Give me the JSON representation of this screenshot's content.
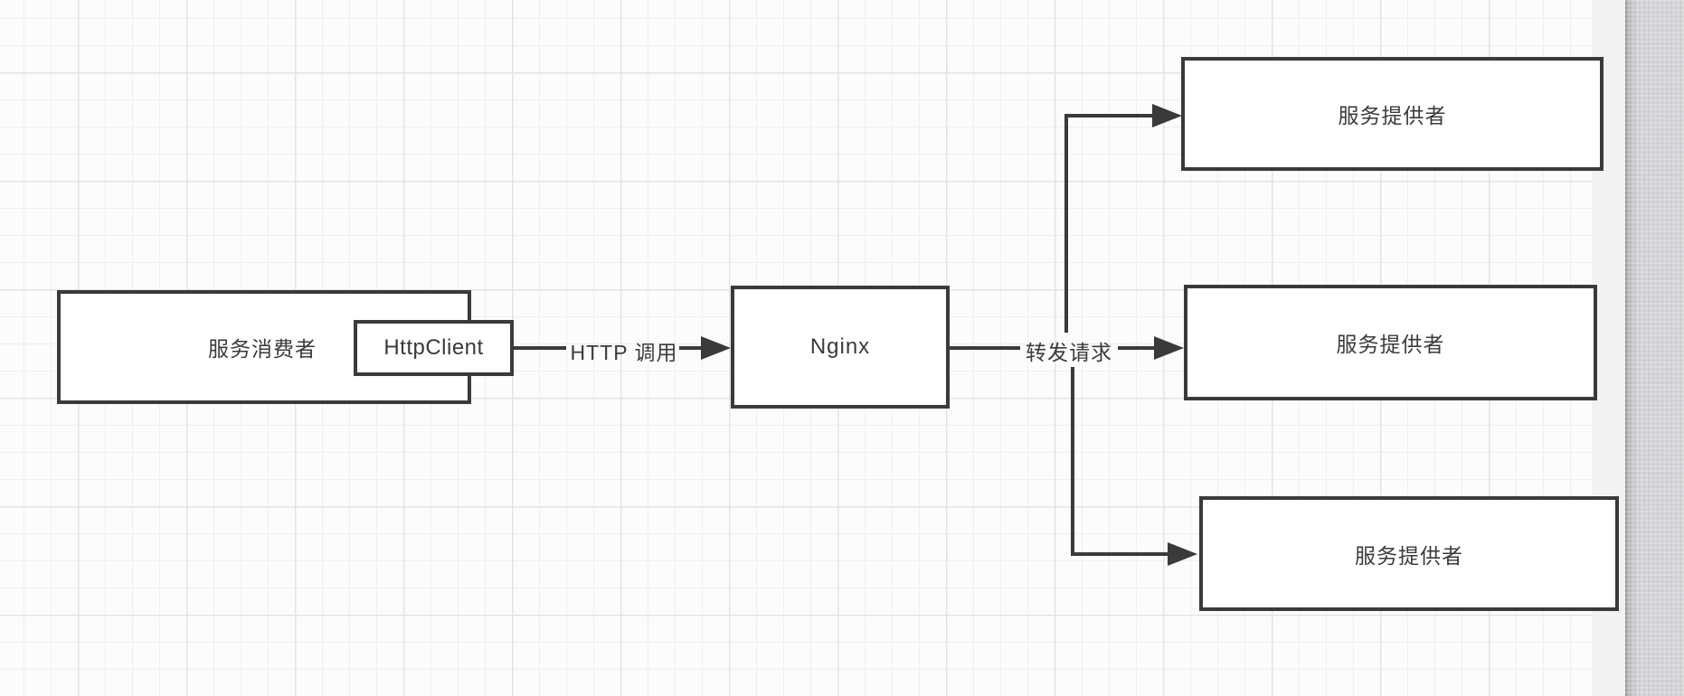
{
  "diagram": {
    "nodes": [
      {
        "id": "service-consumer",
        "label": "服务消费者"
      },
      {
        "id": "httpclient",
        "label": "HttpClient"
      },
      {
        "id": "nginx",
        "label": "Nginx"
      },
      {
        "id": "service-provider-1",
        "label": "服务提供者"
      },
      {
        "id": "service-provider-2",
        "label": "服务提供者"
      },
      {
        "id": "service-provider-3",
        "label": "服务提供者"
      }
    ],
    "edges": [
      {
        "from": "httpclient",
        "to": "nginx",
        "label": "HTTP 调用"
      },
      {
        "from": "nginx",
        "to": "service-provider-1",
        "label": ""
      },
      {
        "from": "nginx",
        "to": "service-provider-2",
        "label": "转发请求"
      },
      {
        "from": "nginx",
        "to": "service-provider-3",
        "label": ""
      }
    ],
    "colors": {
      "stroke": "#3a3a3a",
      "node_fill": "#ffffff",
      "canvas_bg": "#fcfcfd",
      "grid_minor": "#efeff1",
      "grid_major": "#e3e3e6",
      "page_edge": "#f2f2f2",
      "scrollbar_strip": "#d3d3d6"
    }
  }
}
